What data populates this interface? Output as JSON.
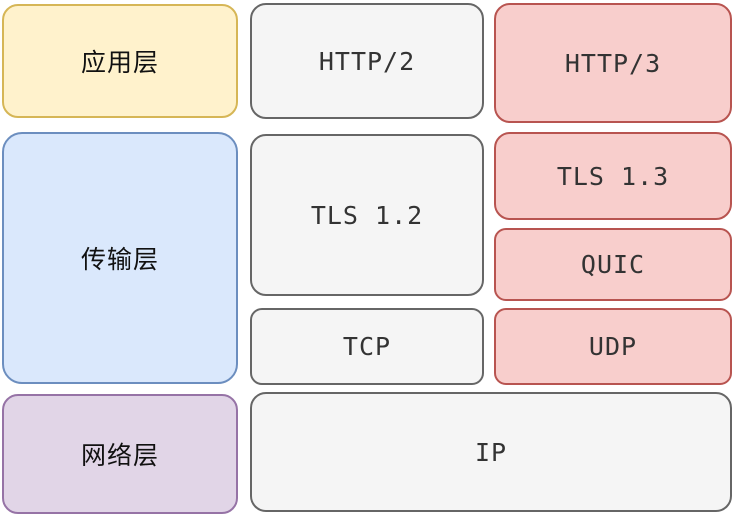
{
  "diagram": {
    "title_implied": "HTTP/2 vs HTTP/3 protocol stack",
    "layers": {
      "application": "应用层",
      "transport": "传输层",
      "network": "网络层"
    },
    "protocols": {
      "http2": "HTTP/2",
      "http3": "HTTP/3",
      "tls12": "TLS 1.2",
      "tls13": "TLS 1.3",
      "quic": "QUIC",
      "tcp": "TCP",
      "udp": "UDP",
      "ip": "IP"
    },
    "colors": {
      "yellow_fill": "#FFF2CC",
      "yellow_border": "#D6B656",
      "blue_fill": "#DAE8FC",
      "blue_border": "#6C8EBF",
      "purple_fill": "#E1D5E7",
      "purple_border": "#9673A6",
      "gray_fill": "#F5F5F5",
      "gray_border": "#666666",
      "red_fill": "#F8CECC",
      "red_border": "#B85450"
    }
  }
}
